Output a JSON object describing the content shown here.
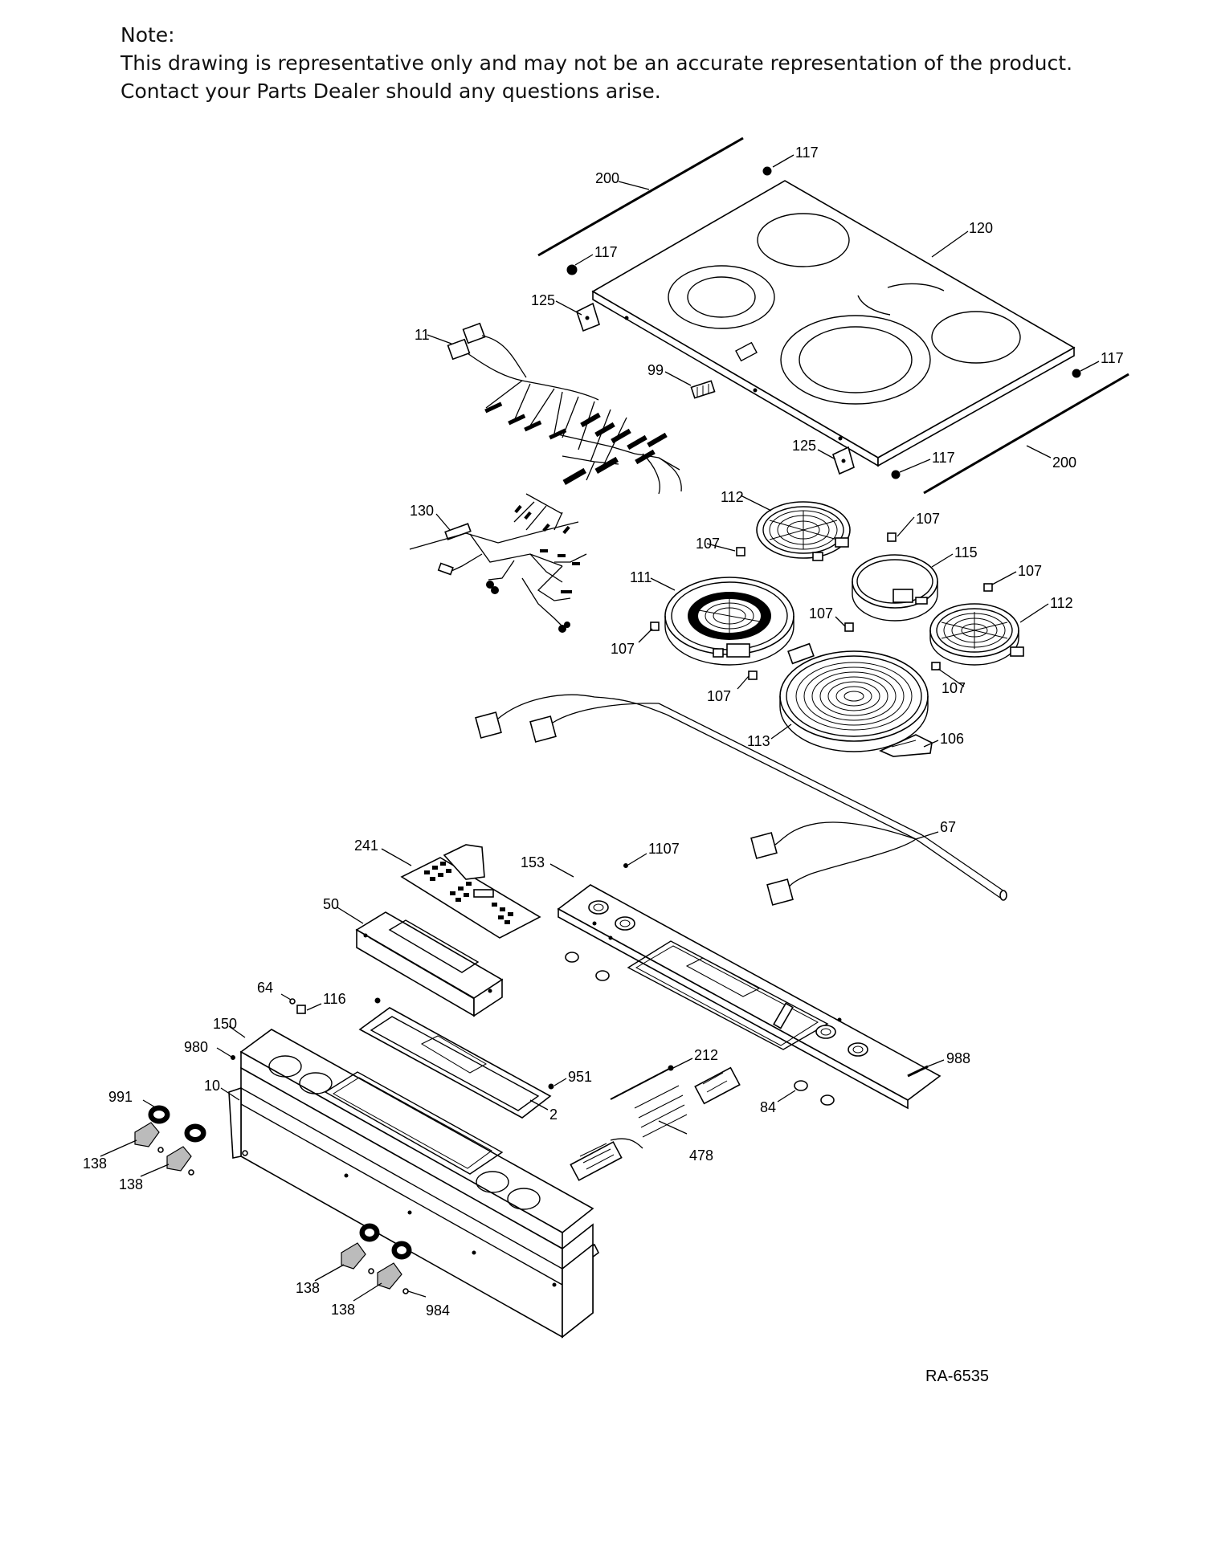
{
  "note": {
    "heading": "Note:",
    "line1": "This drawing is representative only and may not be an accurate representation of the product.",
    "line2": "Contact your Parts Dealer should any questions arise."
  },
  "drawing_code": "RA-6535",
  "callouts": {
    "c200a": "200",
    "c117a": "117",
    "c120": "120",
    "c117b": "117",
    "c125a": "125",
    "c11": "11",
    "c99": "99",
    "c117c": "117",
    "c125b": "125",
    "c117d": "117",
    "c200b": "200",
    "c130": "130",
    "c112a": "112",
    "c107a": "107",
    "c107b": "107",
    "c115": "115",
    "c107c": "107",
    "c111": "111",
    "c107d": "107",
    "c112b": "112",
    "c107e": "107",
    "c107f": "107",
    "c107g": "107",
    "c113": "113",
    "c106": "106",
    "c67": "67",
    "c241": "241",
    "c1107": "1107",
    "c153": "153",
    "c50": "50",
    "c64": "64",
    "c116": "116",
    "c150": "150",
    "c980": "980",
    "c212": "212",
    "c988": "988",
    "c951": "951",
    "c10": "10",
    "c991": "991",
    "c84": "84",
    "c2": "2",
    "c478": "478",
    "c138a": "138",
    "c138b": "138",
    "c138c": "138",
    "c138d": "138",
    "c984": "984"
  }
}
